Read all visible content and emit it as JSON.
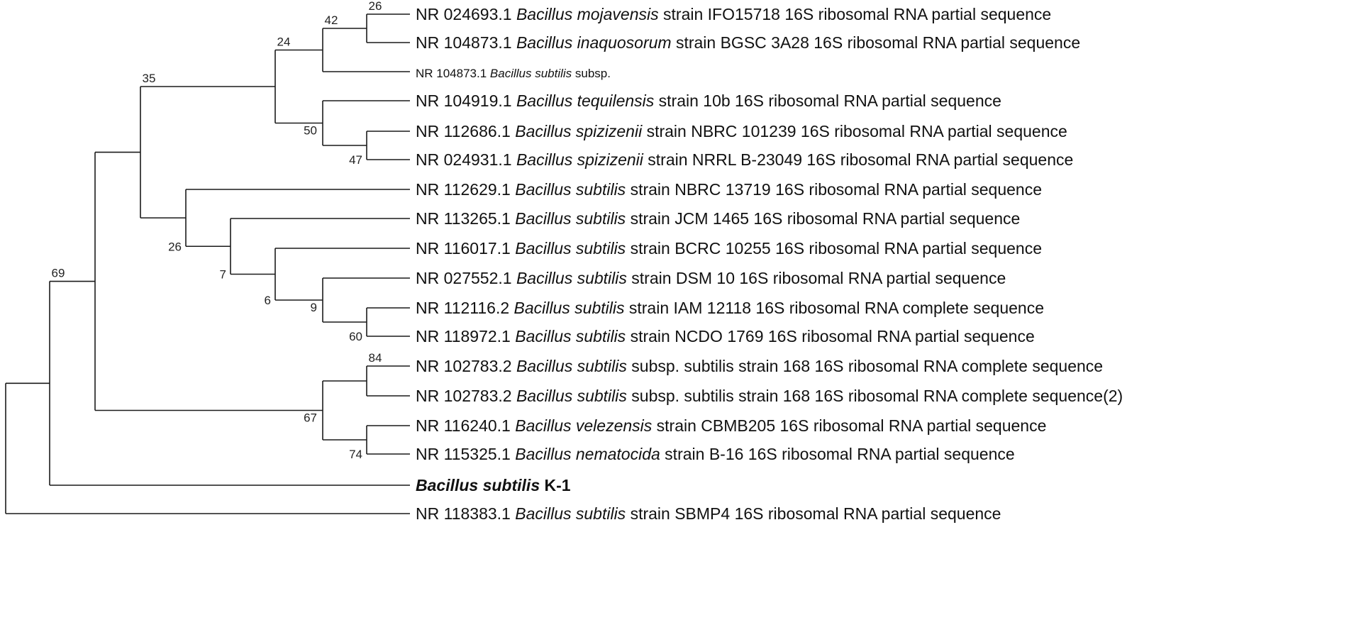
{
  "tree": {
    "leaves": [
      {
        "id": "L1",
        "parts": [
          {
            "text": "NR 024693.1 "
          },
          {
            "text": "Bacillus mojavensis",
            "style": "italic"
          },
          {
            "text": " strain IFO15718 16S ribosomal RNA partial sequence"
          }
        ]
      },
      {
        "id": "L2",
        "parts": [
          {
            "text": "NR 104873.1 "
          },
          {
            "text": "Bacillus inaquosorum",
            "style": "italic"
          },
          {
            "text": " strain BGSC 3A28 16S ribosomal RNA partial sequence"
          }
        ]
      },
      {
        "id": "L3",
        "small": true,
        "parts": [
          {
            "text": "NR 104873.1 "
          },
          {
            "text": "Bacillus subtilis",
            "style": "italic"
          },
          {
            "text": " subsp."
          }
        ]
      },
      {
        "id": "L4",
        "parts": [
          {
            "text": "NR 104919.1 "
          },
          {
            "text": "Bacillus tequilensis",
            "style": "italic"
          },
          {
            "text": " strain 10b 16S ribosomal RNA partial sequence"
          }
        ]
      },
      {
        "id": "L5",
        "parts": [
          {
            "text": "NR 112686.1 "
          },
          {
            "text": "Bacillus spizizenii",
            "style": "italic"
          },
          {
            "text": " strain NBRC 101239 16S ribosomal RNA partial sequence"
          }
        ]
      },
      {
        "id": "L6",
        "parts": [
          {
            "text": "NR 024931.1 "
          },
          {
            "text": "Bacillus spizizenii",
            "style": "italic"
          },
          {
            "text": " strain NRRL B-23049 16S ribosomal RNA partial sequence"
          }
        ]
      },
      {
        "id": "L7",
        "parts": [
          {
            "text": "NR 112629.1 "
          },
          {
            "text": "Bacillus subtilis",
            "style": "italic"
          },
          {
            "text": " strain NBRC 13719 16S ribosomal RNA partial sequence"
          }
        ]
      },
      {
        "id": "L8",
        "parts": [
          {
            "text": "NR 113265.1 "
          },
          {
            "text": "Bacillus subtilis",
            "style": "italic"
          },
          {
            "text": " strain JCM 1465 16S ribosomal RNA partial sequence"
          }
        ]
      },
      {
        "id": "L9",
        "parts": [
          {
            "text": "NR 116017.1 "
          },
          {
            "text": "Bacillus subtilis",
            "style": "italic"
          },
          {
            "text": " strain BCRC 10255 16S ribosomal RNA partial sequence"
          }
        ]
      },
      {
        "id": "L10",
        "parts": [
          {
            "text": "NR 027552.1 "
          },
          {
            "text": "Bacillus subtilis",
            "style": "italic"
          },
          {
            "text": " strain DSM 10 16S ribosomal RNA partial sequence"
          }
        ]
      },
      {
        "id": "L11",
        "parts": [
          {
            "text": "NR 112116.2 "
          },
          {
            "text": "Bacillus subtilis",
            "style": "italic"
          },
          {
            "text": " strain IAM 12118 16S ribosomal RNA complete sequence"
          }
        ]
      },
      {
        "id": "L12",
        "parts": [
          {
            "text": "NR 118972.1 "
          },
          {
            "text": "Bacillus subtilis",
            "style": "italic"
          },
          {
            "text": " strain NCDO 1769 16S ribosomal RNA partial sequence"
          }
        ]
      },
      {
        "id": "L13",
        "parts": [
          {
            "text": "NR 102783.2 "
          },
          {
            "text": "Bacillus subtilis",
            "style": "italic"
          },
          {
            "text": " subsp. subtilis strain 168 16S ribosomal RNA complete sequence"
          }
        ]
      },
      {
        "id": "L14",
        "parts": [
          {
            "text": "NR 102783.2 "
          },
          {
            "text": "Bacillus subtilis",
            "style": "italic"
          },
          {
            "text": " subsp. subtilis strain 168 16S ribosomal RNA complete sequence(2)"
          }
        ]
      },
      {
        "id": "L15",
        "parts": [
          {
            "text": "NR 116240.1 "
          },
          {
            "text": "Bacillus velezensis",
            "style": "italic"
          },
          {
            "text": " strain CBMB205 16S ribosomal RNA partial sequence"
          }
        ]
      },
      {
        "id": "L16",
        "parts": [
          {
            "text": "NR 115325.1 "
          },
          {
            "text": "Bacillus nematocida",
            "style": "italic"
          },
          {
            "text": " strain B-16 16S ribosomal RNA partial sequence"
          }
        ]
      },
      {
        "id": "L17",
        "parts": [
          {
            "text": "Bacillus subtilis",
            "style": "bold-italic"
          },
          {
            "text": " K-1",
            "style": "bold"
          }
        ]
      },
      {
        "id": "L18",
        "parts": [
          {
            "text": "NR 118383.1 "
          },
          {
            "text": "Bacillus subtilis",
            "style": "italic"
          },
          {
            "text": " strain SBMP4 16S ribosomal RNA partial sequence"
          }
        ]
      }
    ],
    "nodes": [
      {
        "id": "N26a",
        "children": [
          "L1",
          "L2"
        ],
        "support": "26"
      },
      {
        "id": "N42",
        "children": [
          "N26a",
          "L3"
        ],
        "support": "42"
      },
      {
        "id": "N47",
        "children": [
          "L5",
          "L6"
        ],
        "support": "47"
      },
      {
        "id": "N50",
        "children": [
          "L4",
          "N47"
        ],
        "support": "50"
      },
      {
        "id": "N24",
        "children": [
          "N42",
          "N50"
        ],
        "support": "24"
      },
      {
        "id": "N60",
        "children": [
          "L11",
          "L12"
        ],
        "support": "60"
      },
      {
        "id": "N9",
        "children": [
          "L10",
          "N60"
        ],
        "support": "9"
      },
      {
        "id": "N6",
        "children": [
          "L9",
          "N9"
        ],
        "support": "6"
      },
      {
        "id": "N7",
        "children": [
          "L8",
          "N6"
        ],
        "support": "7"
      },
      {
        "id": "N26b",
        "children": [
          "L7",
          "N7"
        ],
        "support": "26"
      },
      {
        "id": "N35",
        "children": [
          "N24",
          "N26b"
        ],
        "support": "35"
      },
      {
        "id": "N84",
        "children": [
          "L13",
          "L14"
        ],
        "support": "84"
      },
      {
        "id": "N74",
        "children": [
          "L15",
          "L16"
        ],
        "support": "74"
      },
      {
        "id": "N67",
        "children": [
          "N84",
          "N74"
        ],
        "support": "67"
      },
      {
        "id": "NX",
        "children": [
          "N35",
          "N67"
        ],
        "support": ""
      },
      {
        "id": "N69",
        "children": [
          "NX",
          "L17"
        ],
        "support": "69"
      },
      {
        "id": "ROOT",
        "children": [
          "N69",
          "L18"
        ],
        "support": ""
      }
    ]
  }
}
